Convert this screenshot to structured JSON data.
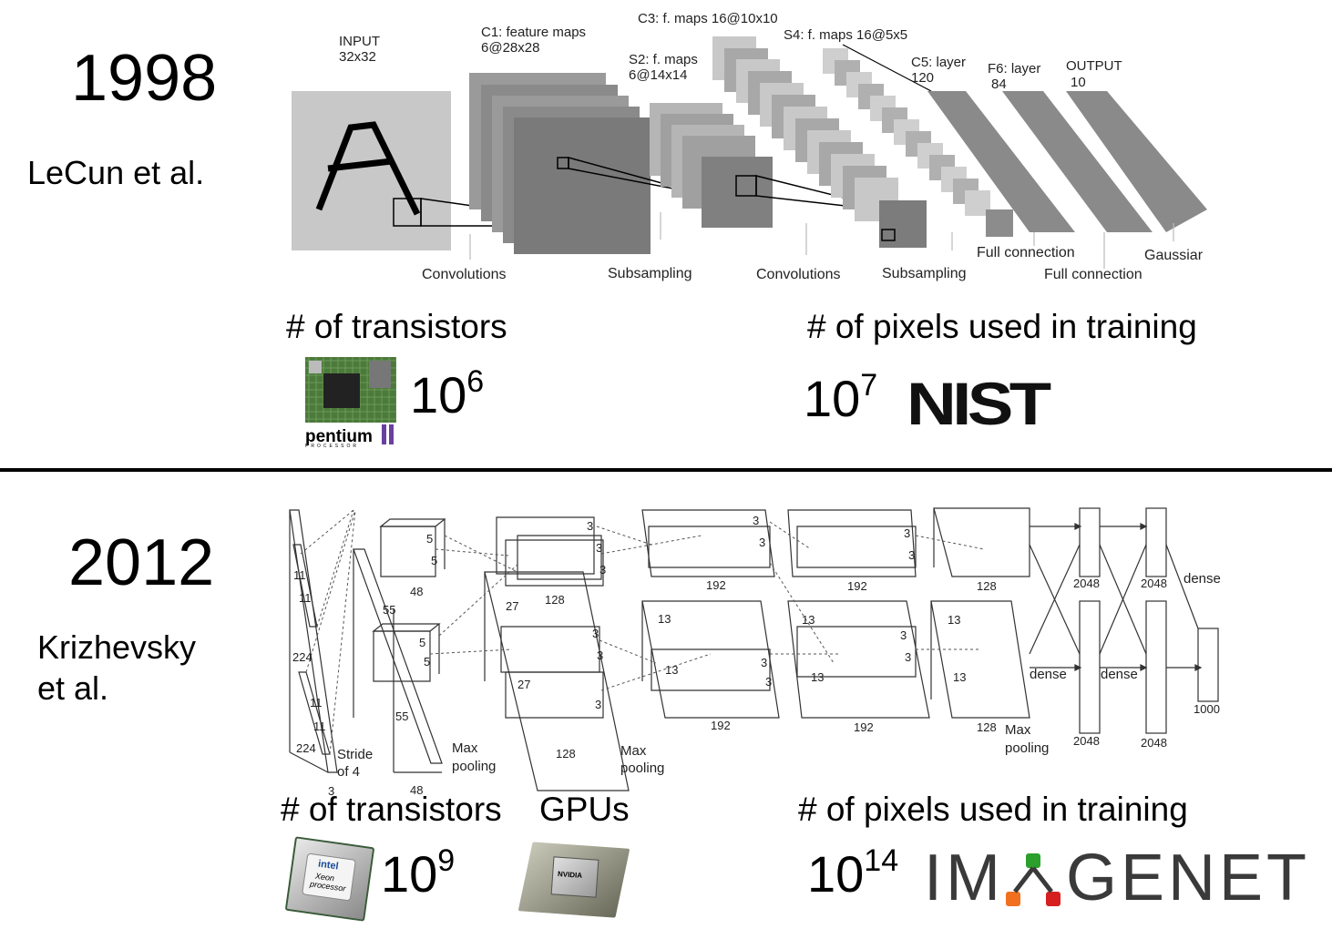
{
  "era1998": {
    "year": "1998",
    "authors": "LeCun et al.",
    "transistors_heading": "# of transistors",
    "transistors_value": {
      "base": "10",
      "exp": "6"
    },
    "pixels_heading": "# of pixels used in training",
    "pixels_value": {
      "base": "10",
      "exp": "7"
    },
    "cpu_logo_text": "pentium",
    "cpu_logo_sub": "PROCESSOR",
    "dataset_logo": "NIST",
    "network": {
      "input_label": "INPUT",
      "input_size": "32x32",
      "c1_label": "C1: feature maps",
      "c1_size": "6@28x28",
      "s2_label": "S2: f. maps",
      "s2_size": "6@14x14",
      "c3_label": "C3: f. maps 16@10x10",
      "s4_label": "S4: f. maps 16@5x5",
      "c5_label": "C5: layer",
      "c5_size": "120",
      "f6_label": "F6: layer",
      "f6_size": "84",
      "output_label": "OUTPUT",
      "output_size": "10",
      "op_convolutions_1": "Convolutions",
      "op_subsampling_1": "Subsampling",
      "op_convolutions_2": "Convolutions",
      "op_subsampling_2": "Subsampling",
      "op_full_connection_1": "Full connection",
      "op_full_connection_2": "Full connection",
      "op_gaussian": "Gaussiar"
    }
  },
  "era2012": {
    "year": "2012",
    "authors_line1": "Krizhevsky",
    "authors_line2": "et al.",
    "transistors_heading": "# of transistors",
    "gpus_heading": "GPUs",
    "transistors_value": {
      "base": "10",
      "exp": "9"
    },
    "pixels_heading": "# of pixels used in training",
    "pixels_value": {
      "base": "10",
      "exp": "14"
    },
    "cpu_logo_text": "intel",
    "cpu_logo_sub1": "Xeon",
    "cpu_logo_sub2": "processor",
    "gpu_logo_text": "NVIDIA",
    "dataset_logo": {
      "part1": "IM",
      "part2": "GENET"
    },
    "network": {
      "labels": {
        "n224a": "224",
        "n224b": "224",
        "n11a": "11",
        "n11b": "11",
        "n11c": "11",
        "n11d": "11",
        "n3": "3",
        "stride": "Stride",
        "of4": "of 4",
        "n55a": "55",
        "n55b": "55",
        "n5a": "5",
        "n5b": "5",
        "n5c": "5",
        "n5d": "5",
        "n48a": "48",
        "n48b": "48",
        "maxpool1a": "Max",
        "maxpool1b": "pooling",
        "n27a": "27",
        "n27b": "27",
        "n128a": "128",
        "n128b": "128",
        "n3a": "3",
        "n3b": "3",
        "n3c": "3",
        "n3d": "3",
        "n3e": "3",
        "n3f": "3",
        "maxpool2a": "Max",
        "maxpool2b": "pooling",
        "n13a": "13",
        "n13b": "13",
        "n192a": "192",
        "n192b": "192",
        "n3g": "3",
        "n3h": "3",
        "n3i": "3",
        "n3j": "3",
        "n13c": "13",
        "n192c": "192",
        "n192d": "192",
        "n3k": "3",
        "n3l": "3",
        "n3m": "3",
        "n3n": "3",
        "n13d": "13",
        "n13e": "13",
        "n13f": "13",
        "n128c": "128",
        "n128d": "128",
        "maxpool3a": "Max",
        "maxpool3b": "pooling",
        "n2048a": "2048",
        "n2048b": "2048",
        "n2048c": "2048",
        "n2048d": "2048",
        "dense1": "dense",
        "dense2": "dense",
        "dense3": "dense",
        "n1000": "1000"
      }
    }
  },
  "colors": {
    "nist": "#111111",
    "imagenet_text": "#3a3a3a",
    "imagenet_green": "#2ca02c",
    "imagenet_orange": "#f07020",
    "imagenet_red": "#d62020",
    "pentium_purple": "#6a3fa0"
  }
}
